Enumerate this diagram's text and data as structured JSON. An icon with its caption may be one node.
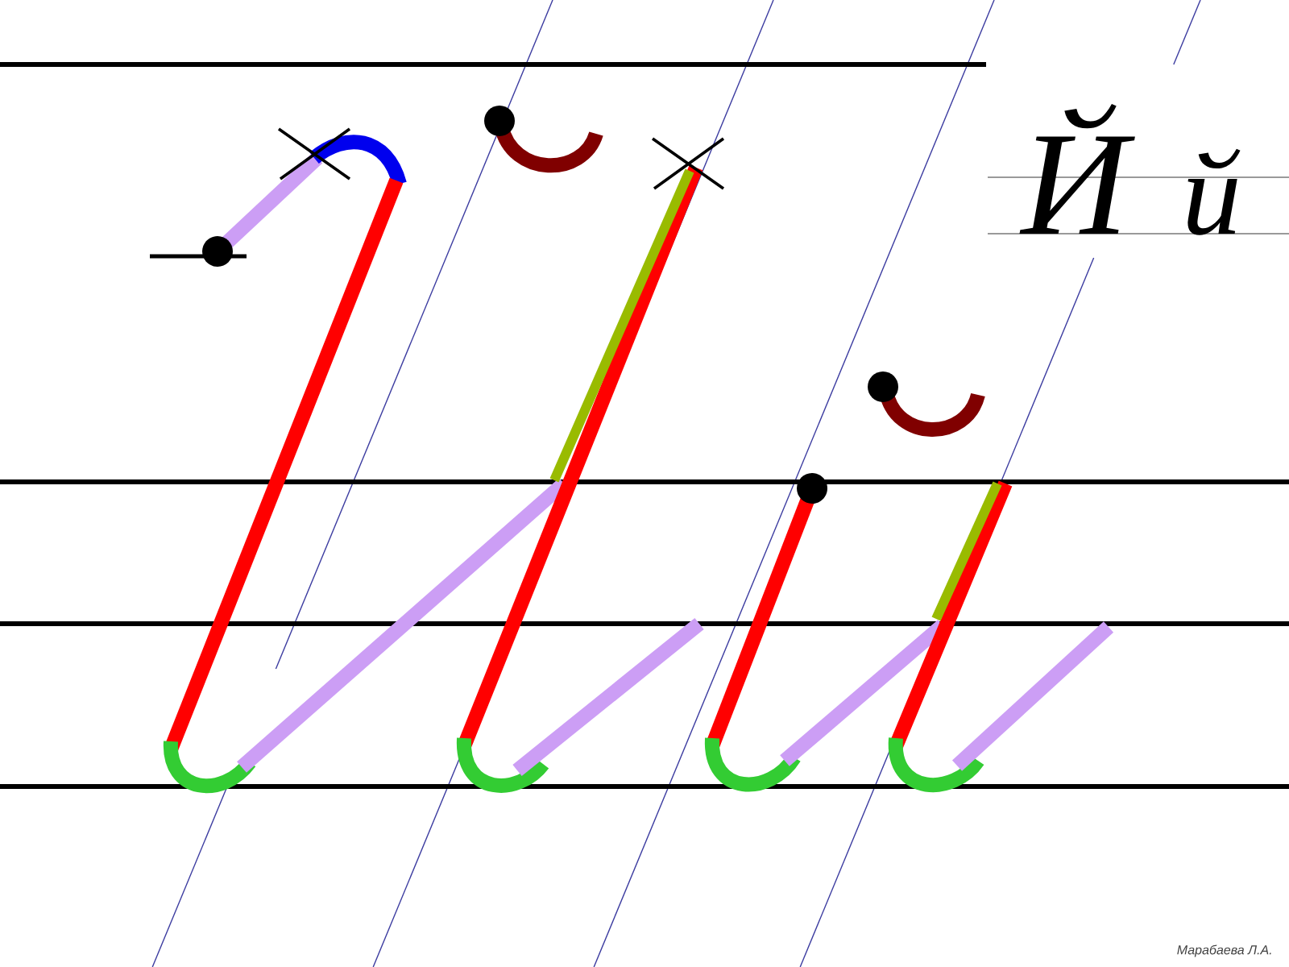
{
  "diagram": {
    "labels": [
      "Й",
      "й",
      "Марабаева Л.А."
    ]
  }
}
